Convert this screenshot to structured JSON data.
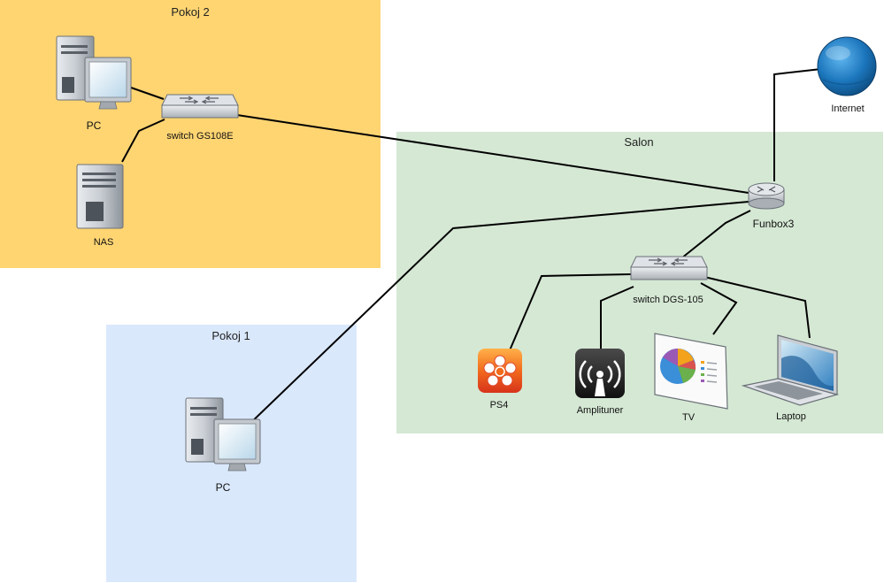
{
  "zones": {
    "pokoj2": {
      "label": "Pokoj 2",
      "color": "#FFD572"
    },
    "pokoj1": {
      "label": "Pokoj 1",
      "color": "#DAE8FC"
    },
    "salon": {
      "label": "Salon",
      "color": "#D5E8D4"
    }
  },
  "nodes": {
    "pc_pokoj2": {
      "label": "PC",
      "icon": "desktop-pc-icon"
    },
    "nas": {
      "label": "NAS",
      "icon": "server-tower-icon"
    },
    "switch_gs108e": {
      "label": "switch GS108E",
      "icon": "network-switch-icon"
    },
    "internet": {
      "label": "Internet",
      "icon": "globe-icon"
    },
    "funbox3": {
      "label": "Funbox3",
      "icon": "router-icon"
    },
    "switch_dgs105": {
      "label": "switch DGS-105",
      "icon": "network-switch-icon"
    },
    "ps4": {
      "label": "PS4",
      "icon": "flower-app-icon"
    },
    "amplituner": {
      "label": "Amplituner",
      "icon": "wireless-signal-icon"
    },
    "tv": {
      "label": "TV",
      "icon": "pie-chart-display-icon"
    },
    "laptop": {
      "label": "Laptop",
      "icon": "laptop-icon"
    },
    "pc_pokoj1": {
      "label": "PC",
      "icon": "desktop-pc-icon"
    }
  },
  "colors": {
    "line": "#000000",
    "device_gray": "#9aa0a6",
    "globe_blue": "#1b75bb"
  }
}
